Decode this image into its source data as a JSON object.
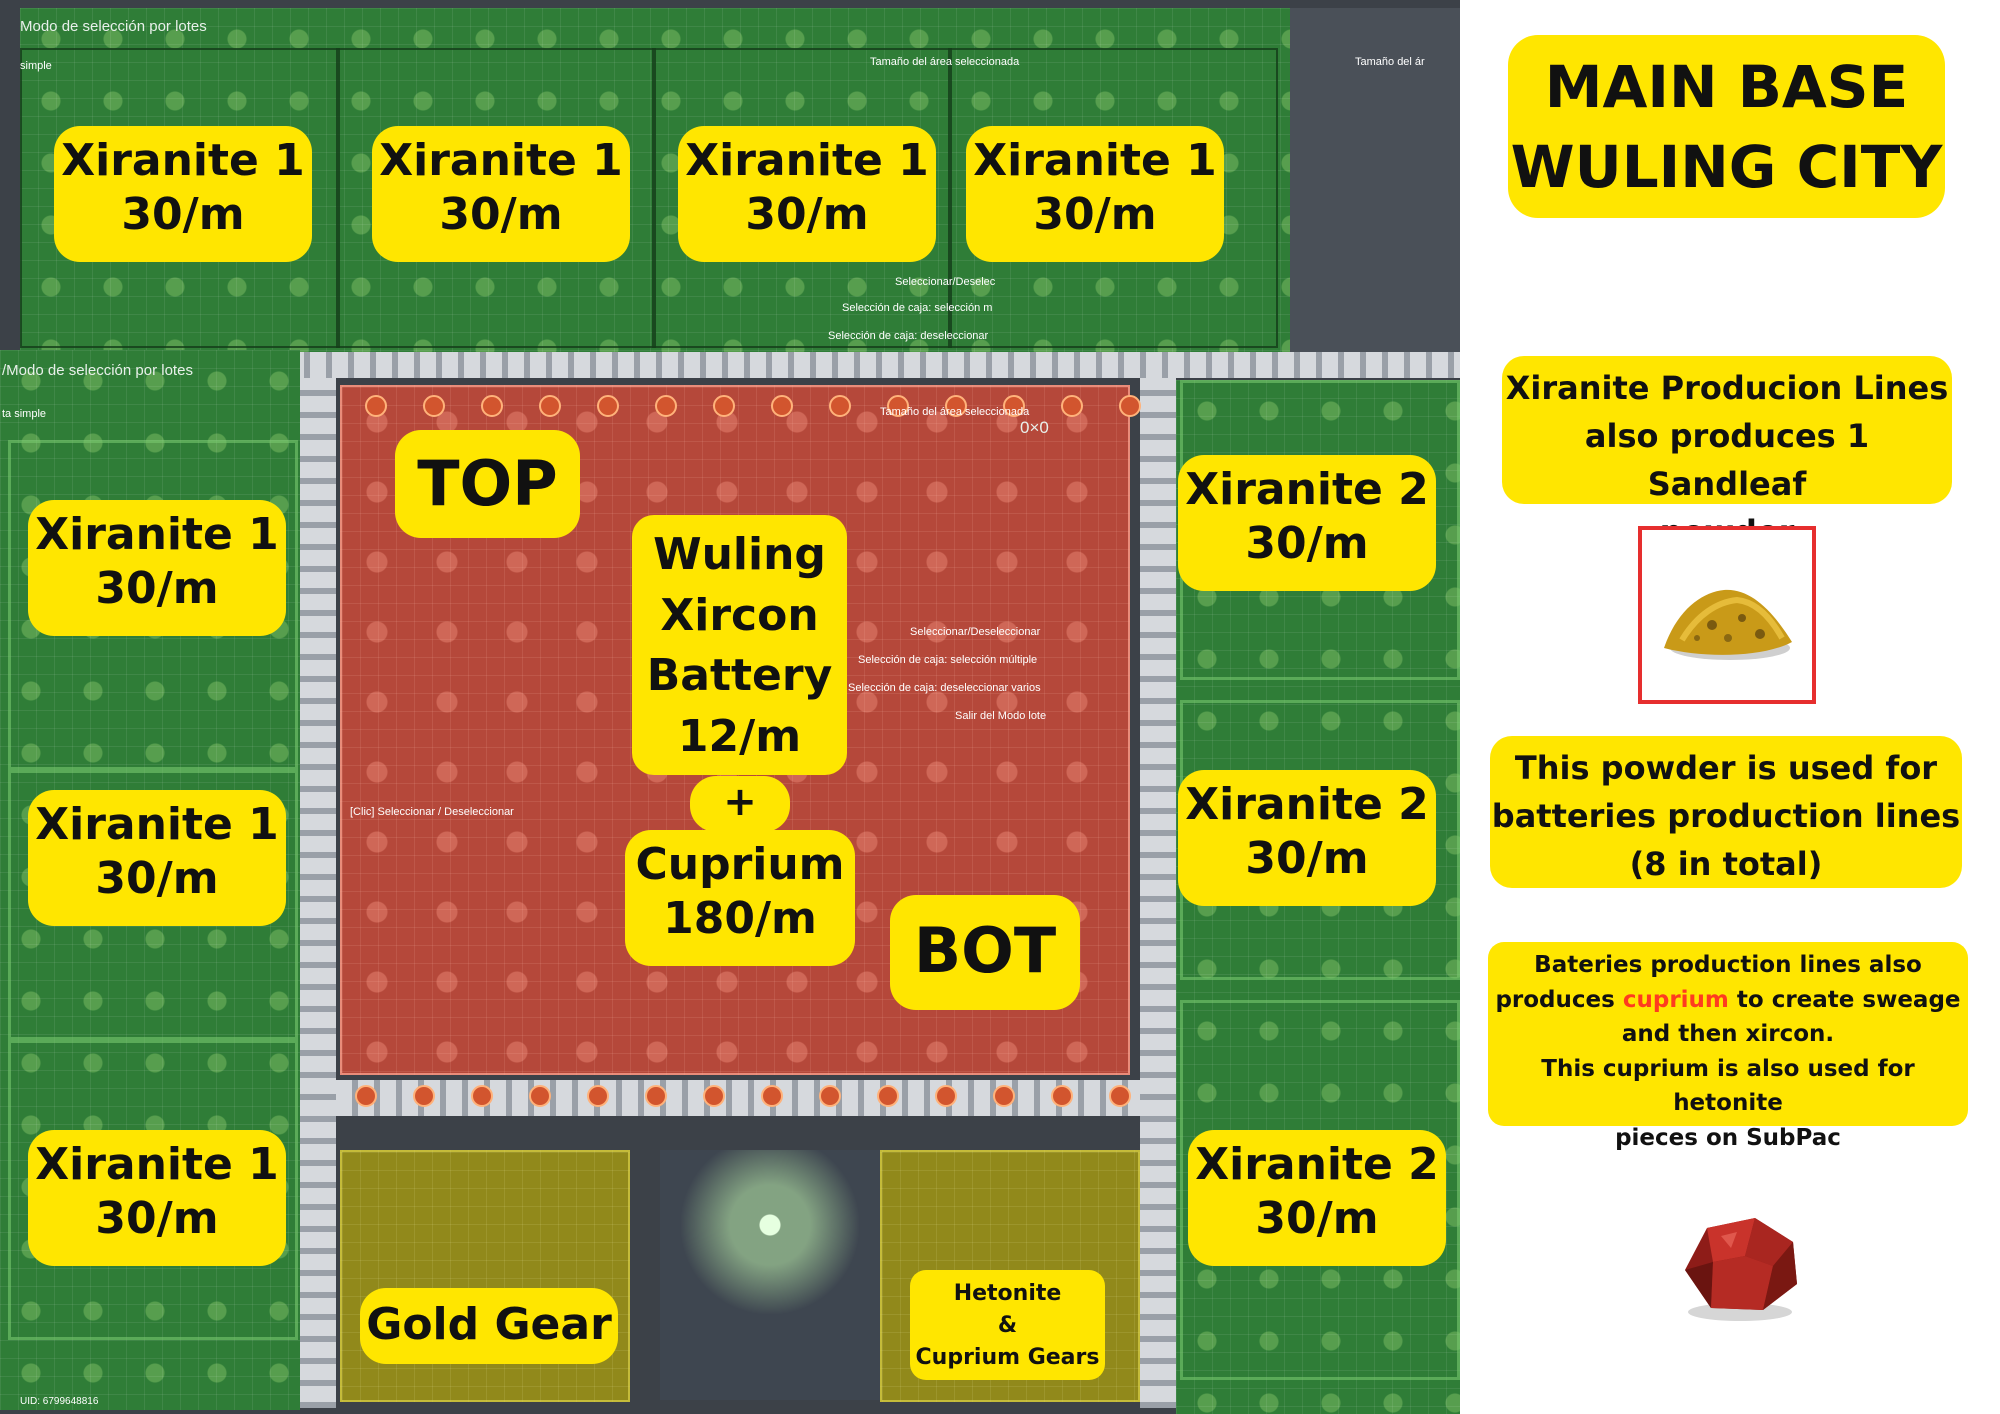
{
  "ui": {
    "batch_mode_top": "Modo de selección por lotes",
    "simple_top": "simple",
    "batch_mode_left": "/Modo de selección por lotes",
    "simple_left": "ta simple",
    "area_size": "Tamaño del área seleccionada",
    "area_size_short": "Tamaño del ár",
    "area_value": "0×0",
    "select_deselect": "Seleccionar/Deseleccionar",
    "box_multi": "Selección de caja: selección múltiple",
    "box_desel": "Selección de caja: deseleccionar varios",
    "exit_batch": "Salir del Modo lote",
    "click_select": "[Clic] Seleccionar / Deseleccionar",
    "sel_desel_top": "Seleccionar/Deselec",
    "box_sel_top": "Selección de caja: selección m",
    "box_desel_top": "Selección de caja: deseleccionar",
    "uid": "UID: 6799648816"
  },
  "labels": {
    "top_row": [
      {
        "name": "Xiranite 1",
        "rate": "30/m"
      },
      {
        "name": "Xiranite 1",
        "rate": "30/m"
      },
      {
        "name": "Xiranite 1",
        "rate": "30/m"
      },
      {
        "name": "Xiranite 1",
        "rate": "30/m"
      }
    ],
    "left_col": [
      {
        "name": "Xiranite 1",
        "rate": "30/m"
      },
      {
        "name": "Xiranite 1",
        "rate": "30/m"
      },
      {
        "name": "Xiranite 1",
        "rate": "30/m"
      }
    ],
    "right_col": [
      {
        "name": "Xiranite 2",
        "rate": "30/m"
      },
      {
        "name": "Xiranite 2",
        "rate": "30/m"
      },
      {
        "name": "Xiranite 2",
        "rate": "30/m"
      }
    ],
    "top": "TOP",
    "bot": "BOT",
    "center": {
      "l1": "Wuling",
      "l2": "Xircon",
      "l3": "Battery",
      "l4": "12/m",
      "plus": "+",
      "l5": "Cuprium",
      "l6": "180/m"
    },
    "gold_gear": "Gold Gear",
    "hetonite": {
      "l1": "Hetonite",
      "l2": "&",
      "l3": "Cuprium Gears"
    }
  },
  "info": {
    "title_l1": "MAIN BASE",
    "title_l2": "WULING CITY",
    "xiranite_note": {
      "l1": "Xiranite Producion Lines",
      "l2": "also produces 1 Sandleaf",
      "l3": "powder"
    },
    "powder_note": {
      "l1": "This powder is used for",
      "l2": "batteries production lines",
      "l3": "(8 in total)"
    },
    "battery_note": {
      "l1": "Bateries production lines also",
      "l2a": "produces ",
      "l2b": "cuprium",
      "l2c": " to create sweage",
      "l3": "and then xircon.",
      "l4": "This cuprium is also used for hetonite",
      "l5": "pieces on SubPac"
    }
  },
  "colors": {
    "label_yellow": "#ffe600",
    "production_green": "#2f7d37",
    "battery_red": "#b5483a",
    "highlight_red": "#ff3b1f",
    "frame_red": "#e62e2e"
  },
  "icons": [
    "sandleaf-powder-icon",
    "cuprium-ore-icon"
  ]
}
